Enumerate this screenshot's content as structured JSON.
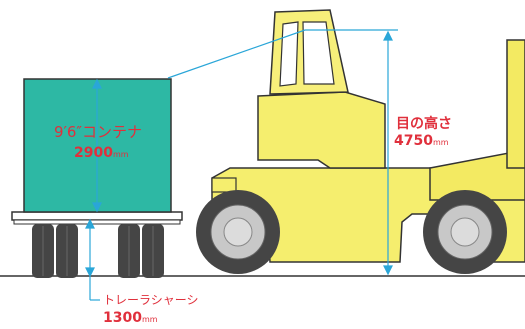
{
  "container_label": {
    "name": "9′6″コンテナ",
    "value": "2900",
    "unit": "mm"
  },
  "eye_height_label": {
    "name": "目の高さ",
    "value": "4750",
    "unit": "mm"
  },
  "chassis_label": {
    "name": "トレーラシャーシ",
    "value": "1300",
    "unit": "mm"
  },
  "colors": {
    "container": "#2db8a4",
    "forklift_body": "#f5ee6e",
    "cab": "#f7ef7a",
    "tire": "#454545",
    "wheel_hub": "#c8c8c8",
    "dimension_line": "#2aa6d8",
    "label_text": "#e0303c",
    "outline": "#333333"
  }
}
